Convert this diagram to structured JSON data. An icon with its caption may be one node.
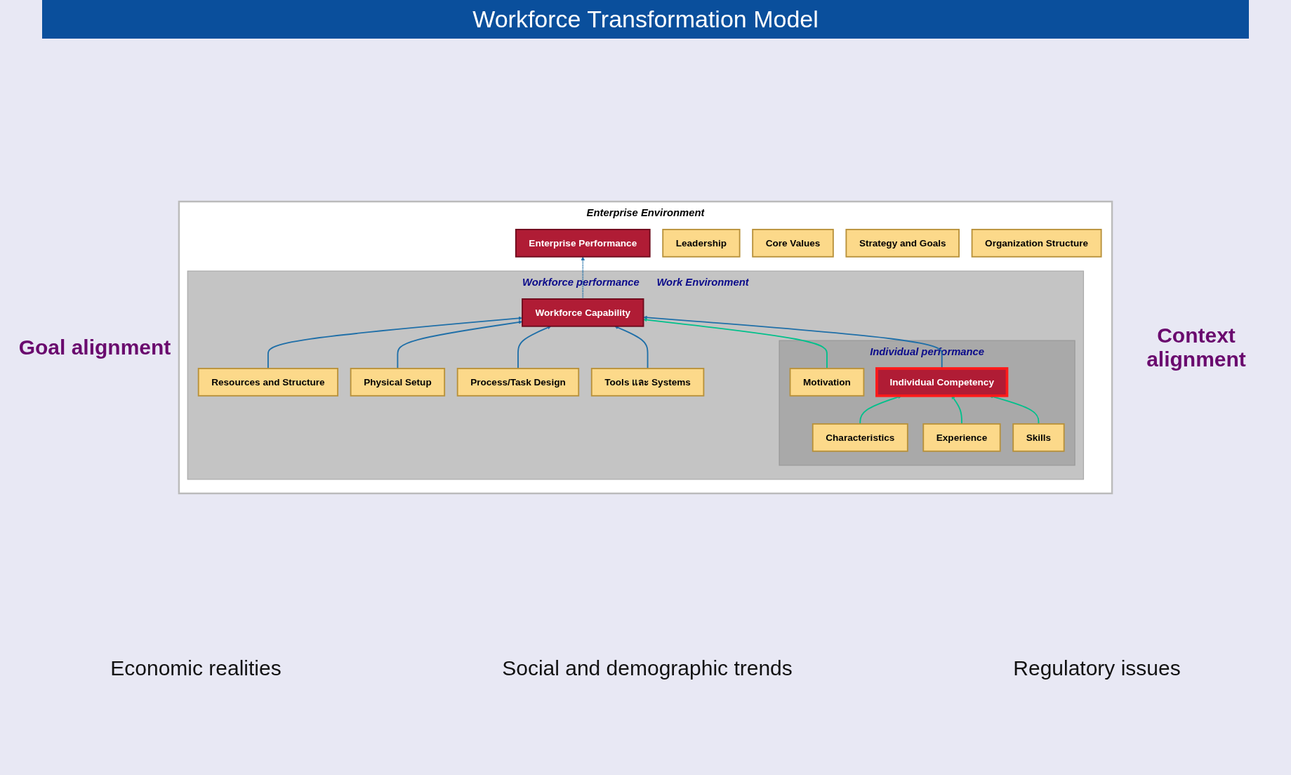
{
  "diagram": {
    "title": "Workforce Transformation Model",
    "nodes": [
      {
        "text": [
          "Enterprise Environment"
        ]
      },
      {
        "text": [
          "Leadership"
        ],
        "in": 0
      },
      {
        "text": [
          "Enterprise Performance"
        ],
        "in": 0
      },
      {
        "text": [
          "Core Values"
        ],
        "in": 0
      },
      {
        "text": [
          "Strategy and Goals"
        ],
        "in": 0
      },
      {
        "text": [
          "Organization Structure"
        ],
        "in": 0
      },
      {
        "text": [
          "Workforce performance",
          "Work Environment"
        ],
        "in": 0
      },
      {
        "text": [
          "Resources and Structure"
        ],
        "in": 6
      },
      {
        "text": [
          "Physical Setup"
        ],
        "in": 6
      },
      {
        "text": [
          "Workforce Capability"
        ],
        "in": 6
      },
      {
        "text": [
          "Process/Task Design"
        ],
        "in": 6
      },
      {
        "text": [
          "Tools และ Systems"
        ],
        "in": 6
      },
      {
        "text": [
          "Individual performance"
        ],
        "in": 6
      },
      {
        "text": [
          "Motivation"
        ],
        "in": 12
      },
      {
        "text": [
          "Individual Competency"
        ],
        "in": 12
      },
      {
        "text": [
          "Characteristics"
        ],
        "in": 12
      },
      {
        "text": [
          "Experience"
        ],
        "in": 12
      },
      {
        "text": [
          "Skills"
        ],
        "in": 12
      }
    ],
    "edges": [
      {
        "from": 9,
        "to": 2,
        "arrow": "to",
        "style": "dashed"
      },
      {
        "from": 7,
        "to": 9,
        "arrow": "to"
      },
      {
        "from": 8,
        "to": 9,
        "arrow": "to"
      },
      {
        "from": 10,
        "to": 9,
        "arrow": "to"
      },
      {
        "from": 11,
        "to": 9,
        "arrow": "to"
      },
      {
        "from": 13,
        "to": 9,
        "arrow": "to",
        "color": "#00c08b"
      },
      {
        "from": 14,
        "to": 9,
        "arrow": "to"
      },
      {
        "from": 15,
        "to": 14,
        "arrow": "to",
        "color": "#00c08b"
      },
      {
        "from": 16,
        "to": 14,
        "arrow": "to",
        "color": "#00c08b"
      },
      {
        "from": 17,
        "to": 14,
        "arrow": "to",
        "color": "#00c08b"
      }
    ],
    "labels": [
      "Goal alignment",
      "Context alignment",
      "Economic realities",
      "Social and demographic trends",
      "Regulatory issues"
    ]
  }
}
